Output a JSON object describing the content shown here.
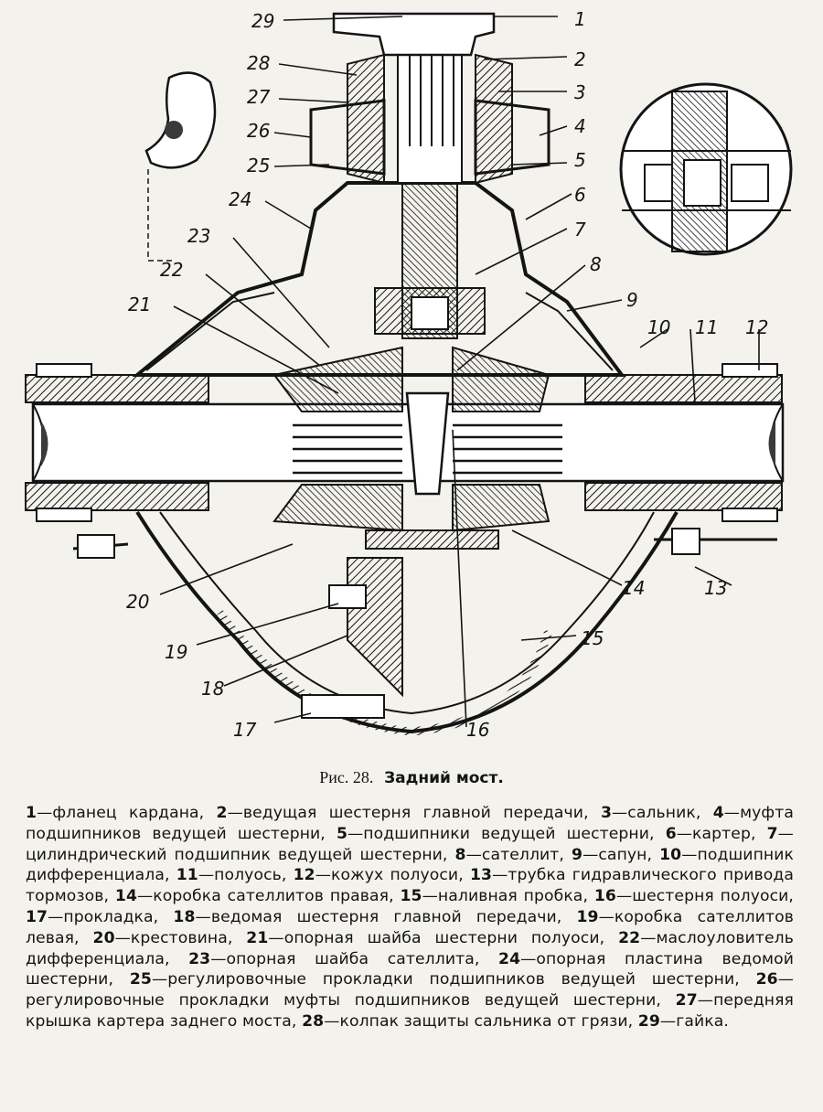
{
  "figure": {
    "callouts": [
      {
        "num": "1"
      },
      {
        "num": "2"
      },
      {
        "num": "3"
      },
      {
        "num": "4"
      },
      {
        "num": "5"
      },
      {
        "num": "6"
      },
      {
        "num": "7"
      },
      {
        "num": "8"
      },
      {
        "num": "9"
      },
      {
        "num": "10"
      },
      {
        "num": "11"
      },
      {
        "num": "12"
      },
      {
        "num": "13"
      },
      {
        "num": "14"
      },
      {
        "num": "15"
      },
      {
        "num": "16"
      },
      {
        "num": "17"
      },
      {
        "num": "18"
      },
      {
        "num": "19"
      },
      {
        "num": "20"
      },
      {
        "num": "21"
      },
      {
        "num": "22"
      },
      {
        "num": "23"
      },
      {
        "num": "24"
      },
      {
        "num": "25"
      },
      {
        "num": "26"
      },
      {
        "num": "27"
      },
      {
        "num": "28"
      },
      {
        "num": "29"
      }
    ]
  },
  "caption": {
    "prefix": "Рис. 28.",
    "title": "Задний мост."
  },
  "legend": [
    {
      "num": "1",
      "text": "фланец кардана,"
    },
    {
      "num": "2",
      "text": "ведущая шестерня главной передачи,"
    },
    {
      "num": "3",
      "text": "сальник,"
    },
    {
      "num": "4",
      "text": "муфта подшипников ведущей шестерни,"
    },
    {
      "num": "5",
      "text": "подшипники ведущей шестерни,"
    },
    {
      "num": "6",
      "text": "картер,"
    },
    {
      "num": "7",
      "text": "цилиндрический подшипник ведущей шестерни,"
    },
    {
      "num": "8",
      "text": "сателлит,"
    },
    {
      "num": "9",
      "text": "сапун,"
    },
    {
      "num": "10",
      "text": "подшипник дифференциала,"
    },
    {
      "num": "11",
      "text": "полуось,"
    },
    {
      "num": "12",
      "text": "кожух полуоси,"
    },
    {
      "num": "13",
      "text": "трубка гидравлического привода тормозов,"
    },
    {
      "num": "14",
      "text": "коробка сателлитов правая,"
    },
    {
      "num": "15",
      "text": "наливная пробка,"
    },
    {
      "num": "16",
      "text": "шестерня полуоси,"
    },
    {
      "num": "17",
      "text": "прокладка,"
    },
    {
      "num": "18",
      "text": "ведомая шестерня главной передачи,"
    },
    {
      "num": "19",
      "text": "коробка сателлитов левая,"
    },
    {
      "num": "20",
      "text": "крестовина,"
    },
    {
      "num": "21",
      "text": "опорная шайба шестерни полуоси,"
    },
    {
      "num": "22",
      "text": "маслоуловитель дифференциала,"
    },
    {
      "num": "23",
      "text": "опорная шайба сателлита,"
    },
    {
      "num": "24",
      "text": "опорная пластина ведомой шестерни,"
    },
    {
      "num": "25",
      "text": "регулировочные прокладки подшипников ведущей шестерни,"
    },
    {
      "num": "26",
      "text": "регулировочные прокладки муфты подшипников ведущей шестерни,"
    },
    {
      "num": "27",
      "text": "передняя крышка картера заднего моста,"
    },
    {
      "num": "28",
      "text": "колпак защиты сальника от грязи,"
    },
    {
      "num": "29",
      "text": "гайка."
    }
  ],
  "legend_separator": "—",
  "colors": {
    "ink": "#141414",
    "paper": "#f4f2ec",
    "shade": "#3a3a3a"
  }
}
